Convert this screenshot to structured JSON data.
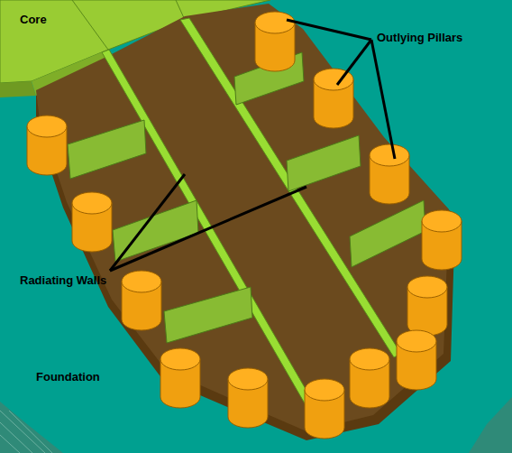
{
  "diagram": {
    "labels": [
      "Core",
      "Outlying Pillars",
      "Radiating Walls",
      "Foundation"
    ]
  }
}
